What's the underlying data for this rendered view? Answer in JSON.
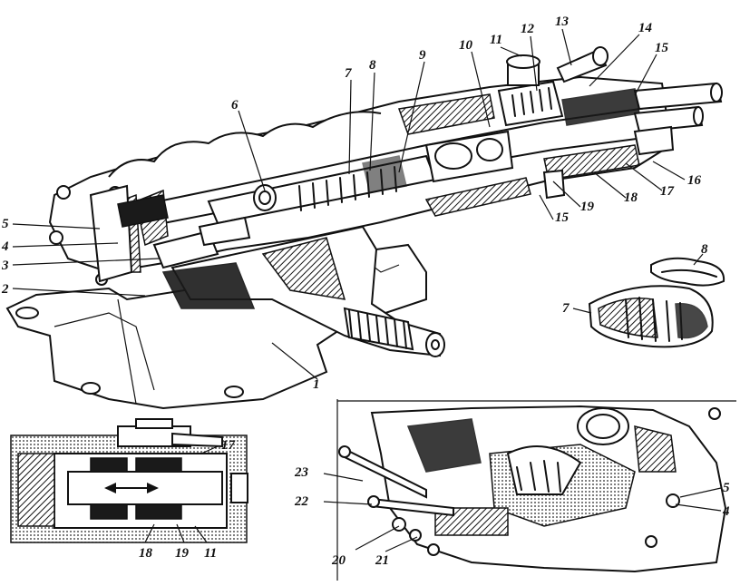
{
  "main_view": {
    "labels": [
      {
        "id": "1",
        "text": "1"
      },
      {
        "id": "2",
        "text": "2"
      },
      {
        "id": "3",
        "text": "3"
      },
      {
        "id": "4",
        "text": "4"
      },
      {
        "id": "5",
        "text": "5"
      },
      {
        "id": "6",
        "text": "6"
      },
      {
        "id": "7",
        "text": "7"
      },
      {
        "id": "8",
        "text": "8"
      },
      {
        "id": "9",
        "text": "9"
      },
      {
        "id": "10",
        "text": "10"
      },
      {
        "id": "11",
        "text": "11"
      },
      {
        "id": "12",
        "text": "12"
      },
      {
        "id": "13",
        "text": "13"
      },
      {
        "id": "14",
        "text": "14"
      },
      {
        "id": "15a",
        "text": "15"
      },
      {
        "id": "15b",
        "text": "15"
      },
      {
        "id": "16",
        "text": "16"
      },
      {
        "id": "17",
        "text": "17"
      },
      {
        "id": "18",
        "text": "18"
      },
      {
        "id": "19",
        "text": "19"
      }
    ]
  },
  "detail_worm": {
    "labels": [
      {
        "id": "7",
        "text": "7"
      },
      {
        "id": "8",
        "text": "8"
      }
    ]
  },
  "detail_valve": {
    "labels": [
      {
        "id": "17",
        "text": "17"
      },
      {
        "id": "18",
        "text": "18"
      },
      {
        "id": "19",
        "text": "19"
      },
      {
        "id": "11",
        "text": "11"
      }
    ]
  },
  "detail_linkage": {
    "labels": [
      {
        "id": "23",
        "text": "23"
      },
      {
        "id": "22",
        "text": "22"
      },
      {
        "id": "20",
        "text": "20"
      },
      {
        "id": "21",
        "text": "21"
      },
      {
        "id": "5",
        "text": "5"
      },
      {
        "id": "4",
        "text": "4"
      }
    ]
  }
}
